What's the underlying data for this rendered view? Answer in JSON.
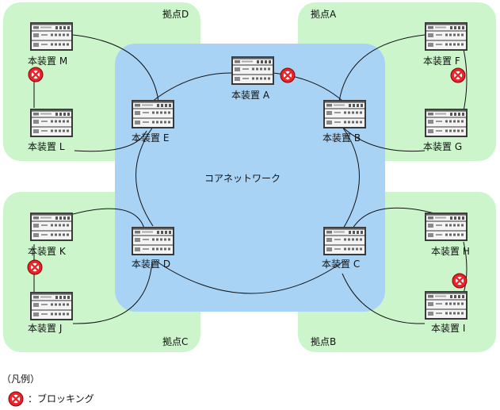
{
  "sites": {
    "D": "拠点D",
    "A": "拠点A",
    "C": "拠点C",
    "B": "拠点B"
  },
  "core_label": "コアネットワーク",
  "devices": {
    "A": "本装置 A",
    "B": "本装置 B",
    "C": "本装置 C",
    "D": "本装置 D",
    "E": "本装置 E",
    "F": "本装置 F",
    "G": "本装置 G",
    "H": "本装置 H",
    "I": "本装置 I",
    "J": "本装置 J",
    "K": "本装置 K",
    "L": "本装置 L",
    "M": "本装置 M"
  },
  "legend": {
    "title": "（凡例）",
    "blocking": "：ブロッキング"
  },
  "colors": {
    "site_fill": "#ccf5cc",
    "core_fill": "#a9d3f5",
    "block_red": "#e8242b"
  }
}
